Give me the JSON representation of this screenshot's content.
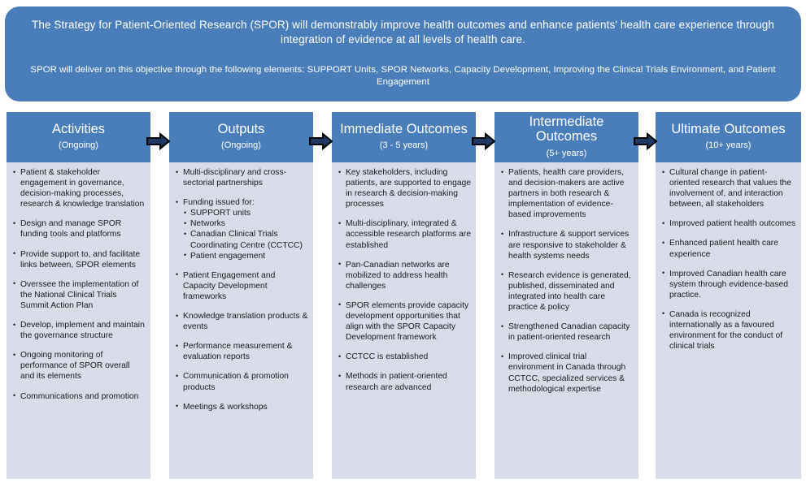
{
  "banner": {
    "main_text": "The Strategy for Patient-Oriented Research (SPOR) will demonstrably improve health outcomes and enhance patients' health care experience through integration of evidence at all levels  of health care.",
    "sub_text": "SPOR will deliver on this objective through the following elements: SUPPORT Units, SPOR Networks, Capacity Development, Improving the Clinical Trials Environment, and Patient Engagement"
  },
  "colors": {
    "header_blue": "#4A7EBB",
    "body_lavender": "#D7DCE8",
    "arrow_fill": "#1F3864",
    "text_dark": "#1A1A1A",
    "text_light": "#FFFFFF"
  },
  "columns": [
    {
      "title": "Activities",
      "timeframe": "(Ongoing)",
      "items": [
        {
          "text": "Patient & stakeholder engagement in governance, decision-making processes, research & knowledge translation"
        },
        {
          "text": "Design and manage SPOR funding tools and platforms"
        },
        {
          "text": "Provide support to, and facilitate links between, SPOR elements"
        },
        {
          "text": "Overssee the implementation of the National Clinical Trials Summit Action Plan"
        },
        {
          "text": "Develop, implement and maintain the governance structure"
        },
        {
          "text": "Ongoing monitoring of performance of SPOR  overall and its elements"
        },
        {
          "text": "Communications and promotion"
        }
      ]
    },
    {
      "title": "Outputs",
      "timeframe": "(Ongoing)",
      "items": [
        {
          "text": "Multi-disciplinary and cross-sectorial partnerships"
        },
        {
          "text": "Funding issued for:",
          "subitems": [
            "SUPPORT units",
            "Networks",
            "Canadian Clinical Trials Coordinating Centre (CCTCC)",
            "Patient engagement"
          ]
        },
        {
          "text": "Patient Engagement and Capacity Development frameworks"
        },
        {
          "text": "Knowledge translation products & events"
        },
        {
          "text": "Performance measurement & evaluation reports"
        },
        {
          "text": "Communication & promotion products"
        },
        {
          "text": "Meetings & workshops"
        }
      ]
    },
    {
      "title": "Immediate Outcomes",
      "timeframe": "(3 - 5 years)",
      "items": [
        {
          "text": "Key stakeholders, including patients, are supported to engage in research & decision-making processes"
        },
        {
          "text": "Multi-disciplinary, integrated & accessible research platforms are established"
        },
        {
          "text": "Pan-Canadian networks are mobilized to address health challenges"
        },
        {
          "text": "SPOR elements provide capacity development opportunities that align with the SPOR Capacity Development framework"
        },
        {
          "text": "CCTCC is established"
        },
        {
          "text": "Methods in patient-oriented research are advanced"
        }
      ]
    },
    {
      "title": "Intermediate Outcomes",
      "timeframe": "(5+ years)",
      "items": [
        {
          "text": "Patients, health care providers, and decision-makers are active partners in both research & implementation of evidence-based improvements"
        },
        {
          "text": "Infrastructure & support services are responsive to stakeholder & health systems needs"
        },
        {
          "text": "Research evidence is generated, published, disseminated and integrated into health care practice & policy"
        },
        {
          "text": "Strengthened Canadian capacity in patient-oriented research"
        },
        {
          "text": "Improved clinical trial environment in Canada through CCTCC, specialized services & methodological expertise"
        }
      ]
    },
    {
      "title": "Ultimate Outcomes",
      "timeframe": "(10+ years)",
      "items": [
        {
          "text": "Cultural change in patient-oriented research that values the involvement of, and interaction between, all stakeholders"
        },
        {
          "text": "Improved patient health outcomes"
        },
        {
          "text": "Enhanced patient health care experience"
        },
        {
          "text": "Improved Canadian health care system through evidence-based practice."
        },
        {
          "text": "Canada is recognized internationally as a favoured environment for the conduct of clinical trials"
        }
      ]
    }
  ],
  "arrows": [
    {
      "label": "arrow-activities-to-outputs"
    },
    {
      "label": "arrow-outputs-to-immediate"
    },
    {
      "label": "arrow-immediate-to-intermediate"
    },
    {
      "label": "arrow-intermediate-to-ultimate"
    }
  ]
}
